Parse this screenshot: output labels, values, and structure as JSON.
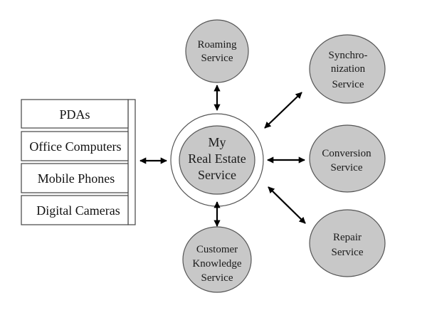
{
  "diagram": {
    "core": {
      "lines": [
        "My",
        "Real Estate",
        "Service"
      ]
    },
    "devices": [
      {
        "label": "PDAs"
      },
      {
        "label": "Office Computers"
      },
      {
        "label": "Mobile Phones"
      },
      {
        "label": "Digital Cameras"
      }
    ],
    "services": [
      {
        "id": "roaming",
        "lines": [
          "Roaming",
          "Service"
        ]
      },
      {
        "id": "synchronization",
        "lines": [
          "Synchro-",
          "nization",
          "Service"
        ]
      },
      {
        "id": "conversion",
        "lines": [
          "Conversion",
          "Service"
        ]
      },
      {
        "id": "repair",
        "lines": [
          "Repair",
          "Service"
        ]
      },
      {
        "id": "customer-knowledge",
        "lines": [
          "Customer",
          "Knowledge",
          "Service"
        ]
      }
    ],
    "connections": [
      {
        "from": "devices",
        "to": "core",
        "direction": "bidirectional"
      },
      {
        "from": "core",
        "to": "roaming",
        "direction": "bidirectional"
      },
      {
        "from": "core",
        "to": "synchronization",
        "direction": "bidirectional"
      },
      {
        "from": "core",
        "to": "conversion",
        "direction": "bidirectional"
      },
      {
        "from": "core",
        "to": "repair",
        "direction": "bidirectional"
      },
      {
        "from": "core",
        "to": "customer-knowledge",
        "direction": "bidirectional"
      }
    ],
    "colors": {
      "node_fill": "#c8c8c8",
      "stroke": "#555555",
      "arrow": "#000000",
      "background": "#ffffff"
    }
  }
}
